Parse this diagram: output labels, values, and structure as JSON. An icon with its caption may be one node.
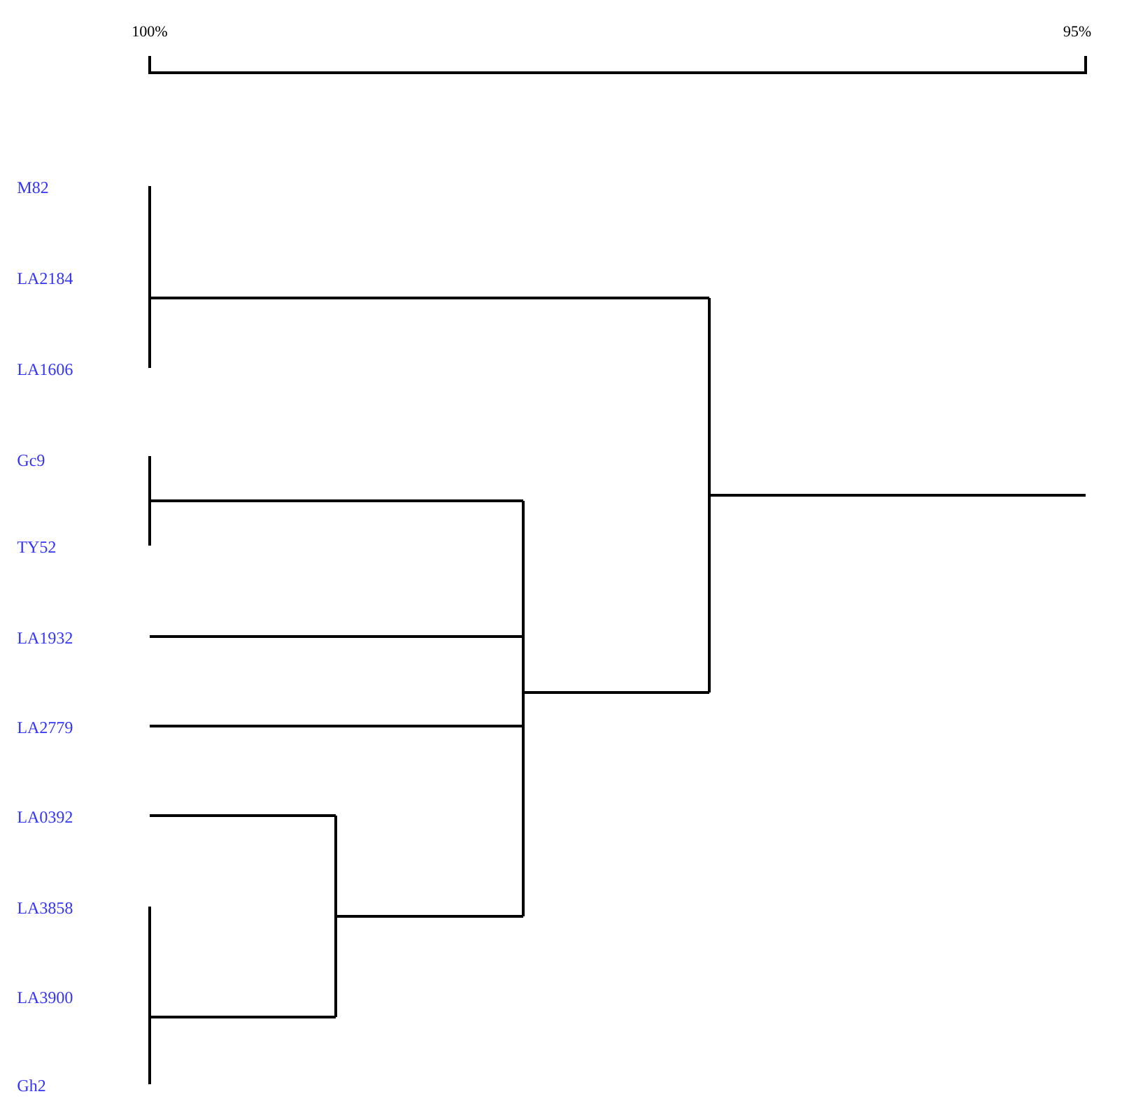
{
  "diagram": {
    "labels": [
      "100%",
      "95%",
      "M82",
      "LA2184",
      "LA1606",
      "Gc9",
      "TY52",
      "LA1932",
      "LA2779",
      "LA0392",
      "LA3858",
      "LA3900",
      "Gh2"
    ]
  }
}
